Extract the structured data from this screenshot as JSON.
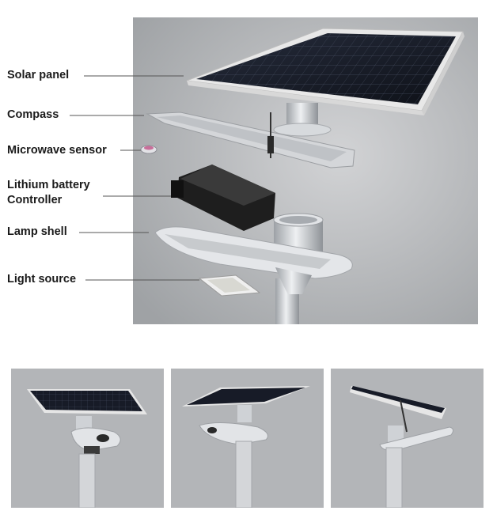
{
  "labels": {
    "solar_panel": "Solar panel",
    "compass": "Compass",
    "microwave_sensor": "Microwave sensor",
    "lithium_battery_line1": "Lithium battery",
    "lithium_battery_line2": "Controller",
    "lamp_shell": "Lamp shell",
    "light_source": "Light source"
  },
  "colors": {
    "background_panel": "#b2b4b6",
    "solar_cell": "#161a26",
    "panel_frame": "#e6e6e6",
    "metal": "#c9ccd0",
    "battery": "#1e1e1e",
    "leader_line": "#555555"
  },
  "views": [
    "front-view",
    "side-view",
    "back-view"
  ]
}
